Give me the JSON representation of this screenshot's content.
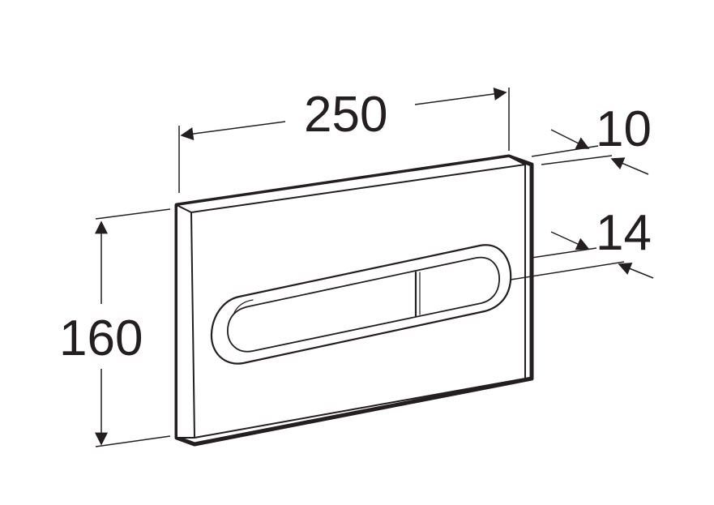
{
  "dimensions": {
    "width": "250",
    "height": "160",
    "plate_thickness": "10",
    "button_projection": "14"
  },
  "colors": {
    "line": "#231f20",
    "background": "#ffffff"
  }
}
